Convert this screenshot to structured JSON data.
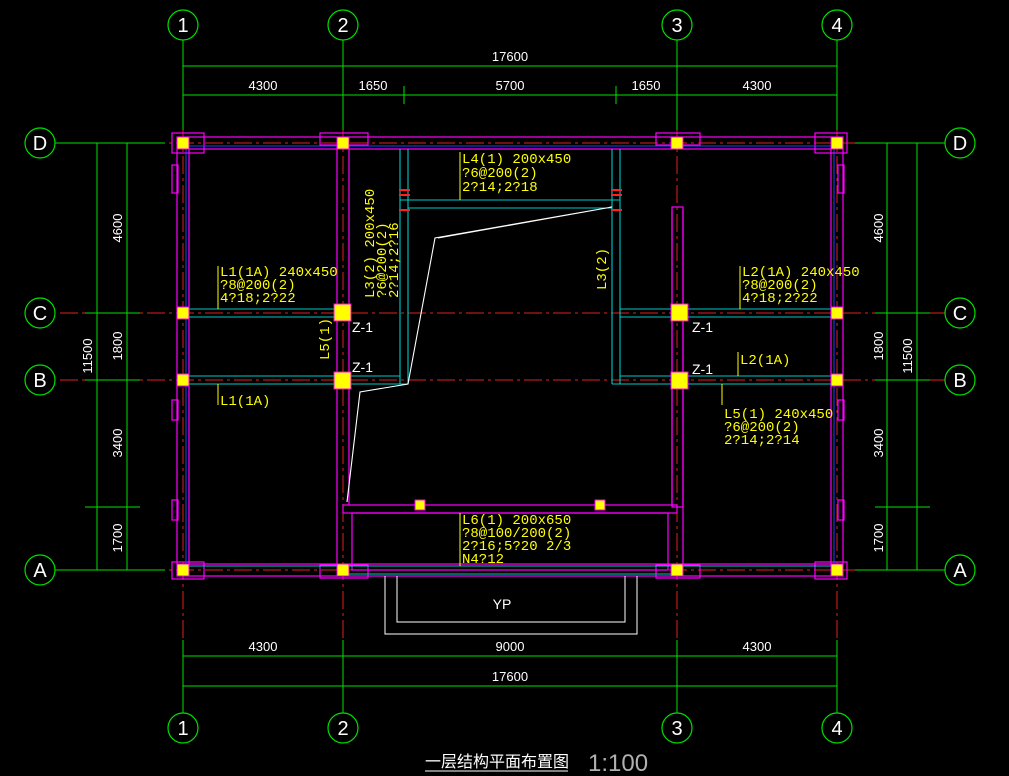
{
  "drawing": {
    "axis_cols": [
      "1",
      "2",
      "3",
      "4"
    ],
    "axis_rows": [
      "D",
      "C",
      "B",
      "A"
    ],
    "top_total": "17600",
    "top_spans": [
      "4300",
      "1650",
      "5700",
      "1650",
      "4300"
    ],
    "bottom_spans": [
      "4300",
      "9000",
      "4300"
    ],
    "bottom_total": "17600",
    "left_total": "11500",
    "left_spans": [
      "4600",
      "1800",
      "3400",
      "1700"
    ],
    "right_total": "11500",
    "right_spans": [
      "4600",
      "1800",
      "3400",
      "1700"
    ],
    "beams": {
      "l4": [
        "L4(1) 200x450",
        "?6@200(2)",
        "2?14;2?18"
      ],
      "l1_top": [
        "L1(1A) 240x450",
        "?8@200(2)",
        "4?18;2?22"
      ],
      "l3_left": [
        "L3(2) 200x450",
        "?6@200(2)",
        "2?14;2?16"
      ],
      "l3_right": "L3(2)",
      "l2_top": [
        "L2(1A) 240x450",
        "?8@200(2)",
        "4?18;2?22"
      ],
      "l5_left": "L5(1)",
      "l1_bottom": "L1(1A)",
      "l2_bottom": "L2(1A)",
      "l5_right": [
        "L5(1) 240x450",
        "?6@200(2)",
        "2?14;2?14"
      ],
      "l6": [
        "L6(1) 200x650",
        "?8@100/200(2)",
        "2?16;5?20 2/3",
        "N4?12"
      ]
    },
    "columns": [
      "Z-1",
      "Z-1",
      "Z-1",
      "Z-1"
    ],
    "canopy": "YP",
    "title": "一层结构平面布置图",
    "scale": "1:100",
    "colors": {
      "background": "#000000",
      "axis": "#ff2020",
      "dimension": "#00ff00",
      "wall": "#ff00ff",
      "annotation": "#ffff00",
      "beam": "#00c8c8",
      "column": "#ffff00"
    }
  }
}
